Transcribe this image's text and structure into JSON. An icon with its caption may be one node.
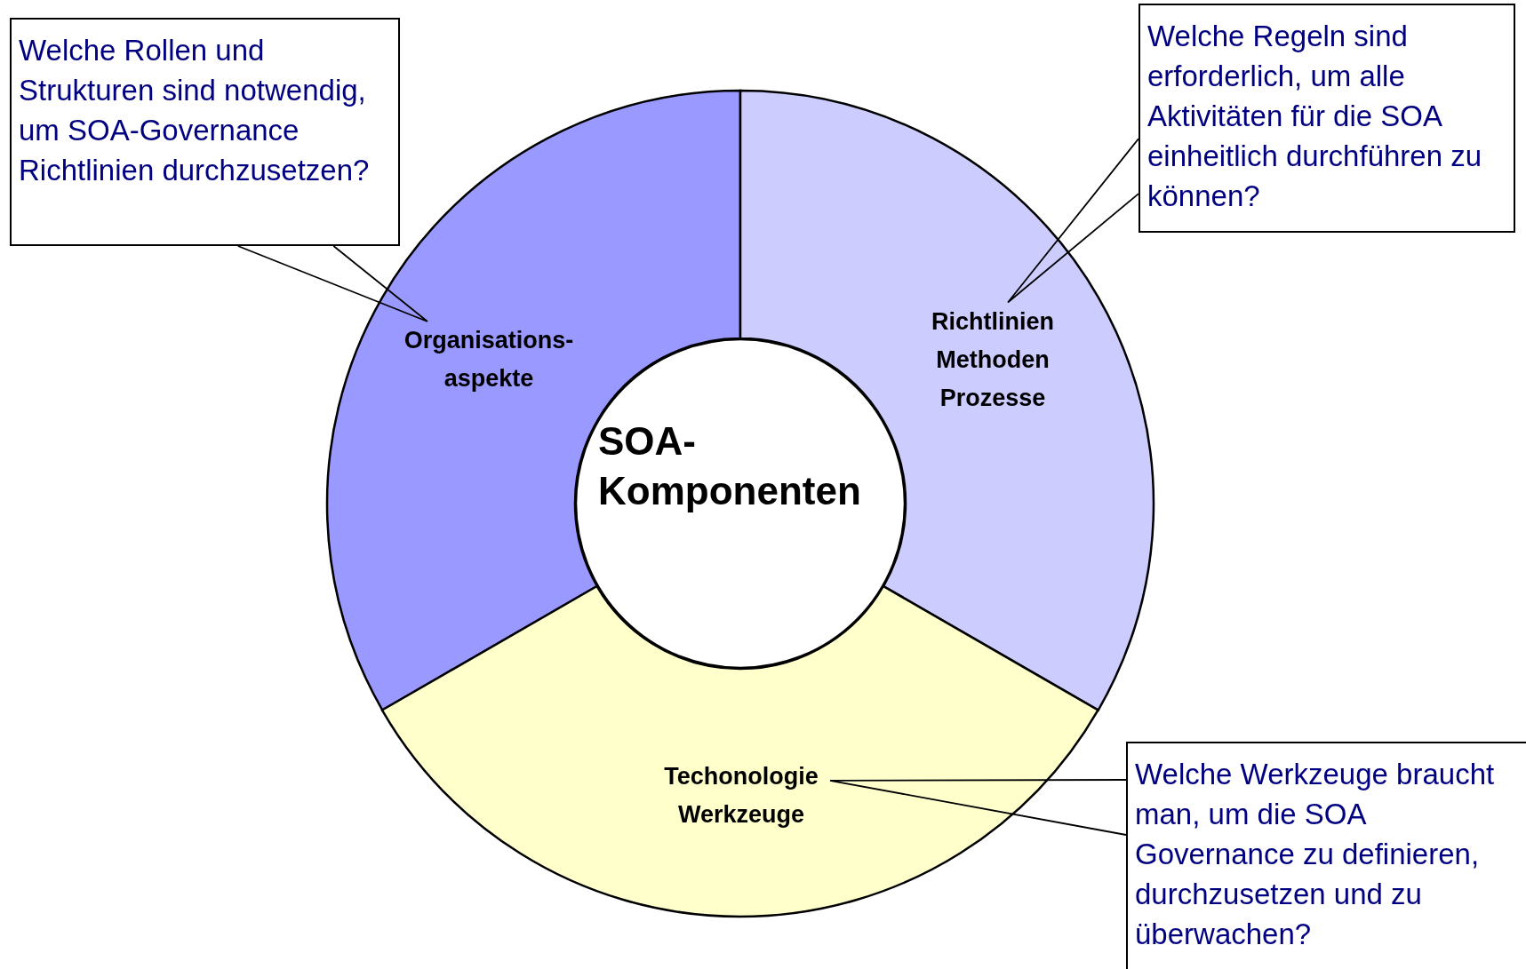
{
  "diagram": {
    "nodes": [
      {
        "text": [
          "Welche Rollen und Strukturen sind notwendig, um SOA-Governance Richtlinien durchzusetzen?"
        ]
      },
      {
        "text": [
          "Welche Regeln sind erforderlich, um alle Aktivitäten für die SOA einheitlich durchführen zu können?"
        ]
      },
      {
        "text": [
          "Organisations-aspekte"
        ]
      },
      {
        "text": [
          "Richtlinien Methoden Prozesse"
        ]
      },
      {
        "text": [
          "SOA-Komponenten"
        ]
      },
      {
        "text": [
          "Techonologie Werkzeuge"
        ]
      },
      {
        "text": [
          "Welche Werkzeuge braucht man, um die SOA Governance zu definieren, durchzusetzen und zu überwachen?"
        ]
      }
    ],
    "edges": [
      {
        "from": 0,
        "to": 2,
        "arrow": "none"
      },
      {
        "from": 1,
        "to": 3,
        "arrow": "none"
      },
      {
        "from": 6,
        "to": 5,
        "arrow": "none"
      }
    ]
  }
}
